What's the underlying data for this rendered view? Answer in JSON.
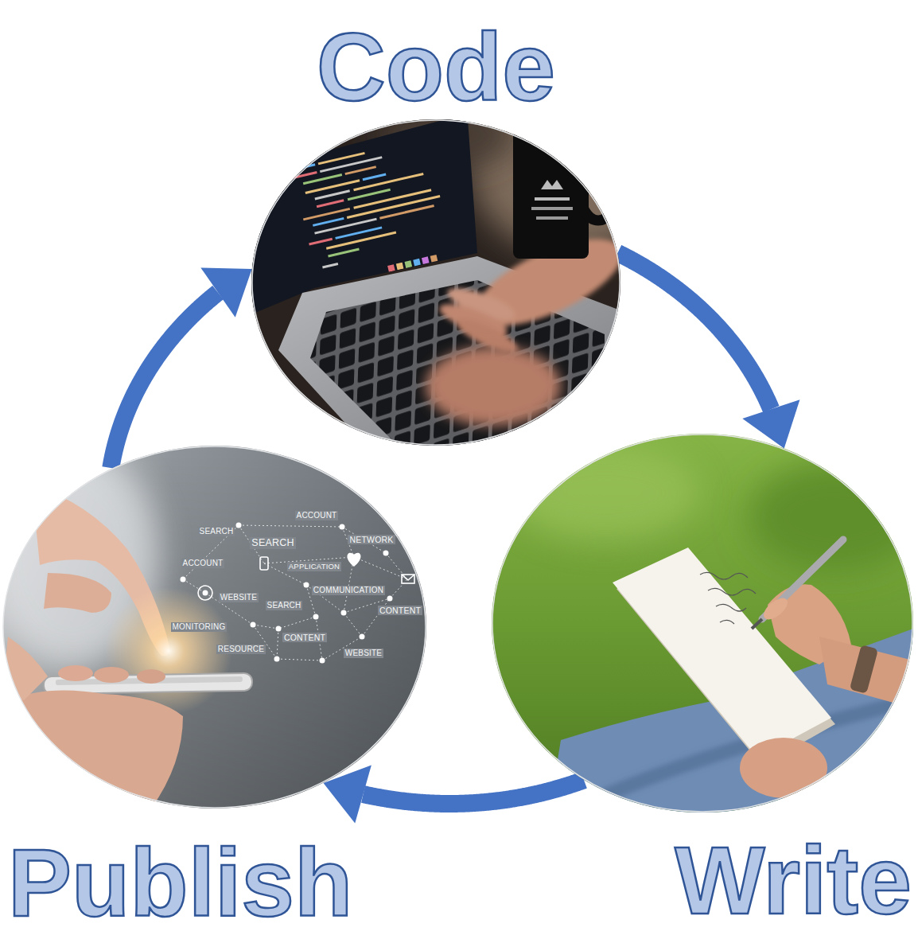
{
  "diagram": {
    "nodes": [
      {
        "text": [
          "Code"
        ]
      },
      {
        "text": [
          "Publish"
        ]
      },
      {
        "text": [
          "Write"
        ]
      }
    ],
    "edges": [
      {
        "from": 0,
        "to": 2,
        "arrow": "to"
      },
      {
        "from": 2,
        "to": 1,
        "arrow": "to"
      },
      {
        "from": 1,
        "to": 0,
        "arrow": "to"
      }
    ],
    "labels": [
      "ACCOUNT",
      "SEARCH",
      "NETWORK",
      "SEARCH",
      "ACCOUNT",
      "APPLICATION",
      "COMMUNICATION",
      "WEBSITE",
      "SEARCH",
      "CONTENT",
      "MONITORING",
      "CONTENT",
      "RESOURCE",
      "WEBSITE"
    ]
  }
}
